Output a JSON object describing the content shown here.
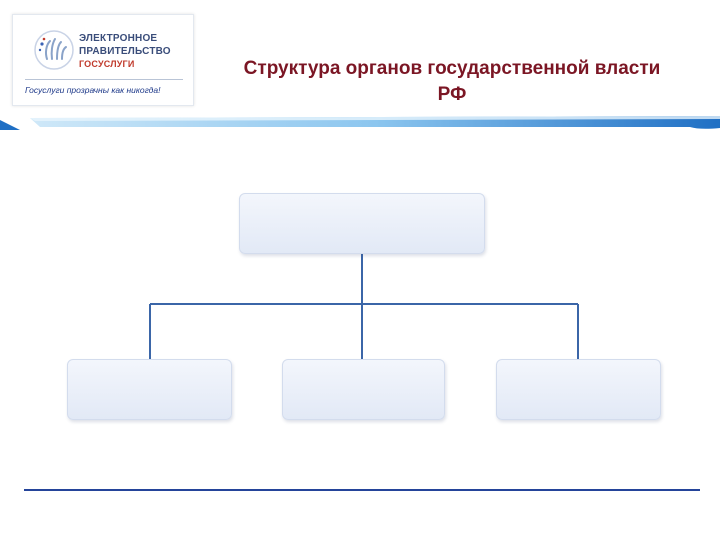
{
  "logo": {
    "line1": "ЭЛЕКТРОННОЕ",
    "line2": "ПРАВИТЕЛЬСТВО",
    "line3": "ГОСУСЛУГИ",
    "slogan": "Госуслуги прозрачны как никогда!"
  },
  "title": "Структура органов государственной власти\nРФ",
  "org_chart": {
    "root": "",
    "children": [
      "",
      "",
      ""
    ]
  },
  "colors": {
    "title": "#7b1624",
    "band_dark": "#1f6fc4",
    "band_light": "#9fcff2",
    "connector": "#3b66a8",
    "box_fill": "#e8eef8",
    "bottom_rule": "#24449a"
  }
}
